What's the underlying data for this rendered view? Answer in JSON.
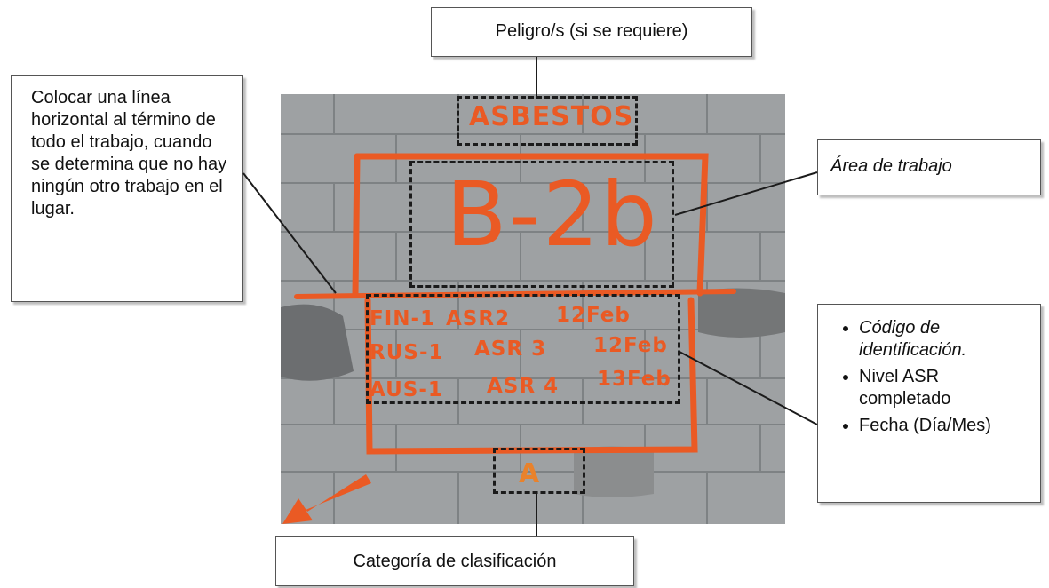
{
  "callouts": {
    "hazard": "Peligro/s (si se requiere)",
    "line_note": "Colocar una línea horizontal al término de todo el trabajo, cuando se determina que no hay ningún otro trabajo en el lugar.",
    "work_area": "Área de trabajo",
    "details": [
      "Código de identificación.",
      "Nivel ASR completado",
      "Fecha (Día/Mes)"
    ],
    "classification": "Categoría de clasificación"
  },
  "wall": {
    "hazard_text": "ASBESTOS",
    "area_text": "B-2b",
    "rows": [
      {
        "team": "FIN-1",
        "asr": "ASR2",
        "date": "12Feb"
      },
      {
        "team": "RUS-1",
        "asr": "ASR 3",
        "date": "12Feb"
      },
      {
        "team": "AUS-1",
        "asr": "ASR 4",
        "date": "13Feb"
      }
    ],
    "category": "A"
  },
  "colors": {
    "spray": "#ea5a24",
    "wall": "#9ea1a3",
    "dashed": "#1b1b1b"
  }
}
